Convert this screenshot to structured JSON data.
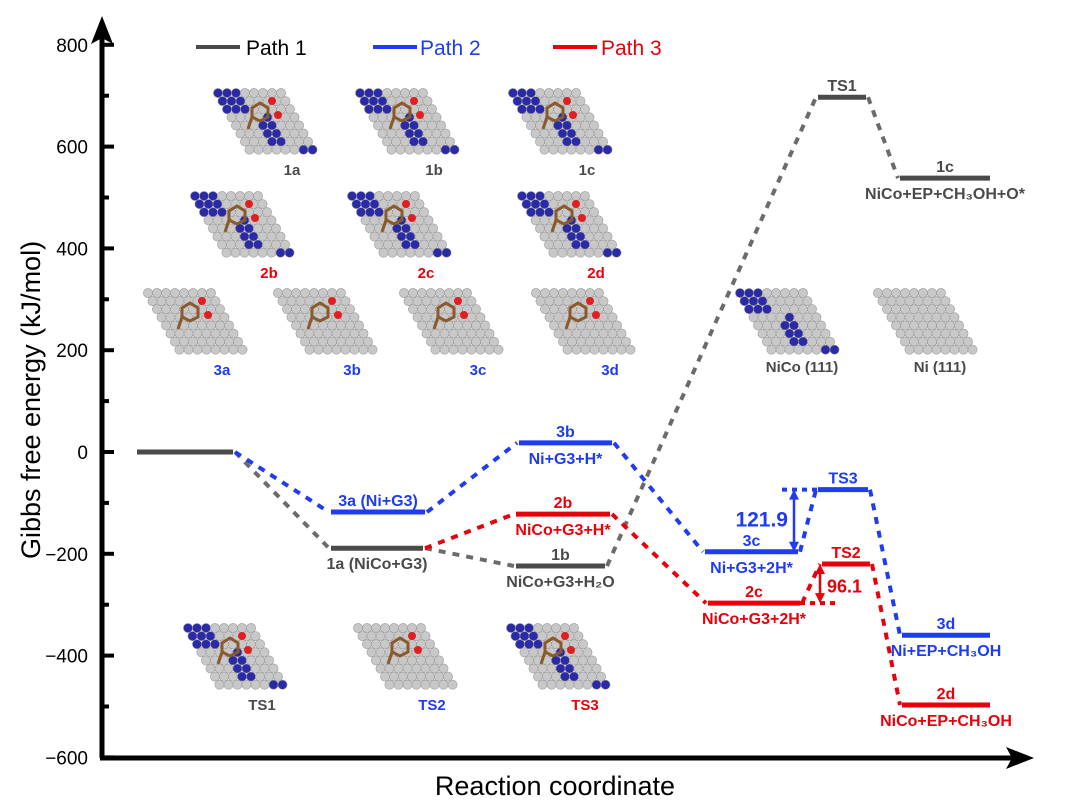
{
  "chart_data": {
    "type": "line",
    "title": "",
    "xlabel": "Reaction  coordinate",
    "ylabel": "Gibbs free energy (kJ/mol)",
    "ylim": [
      -600,
      800
    ],
    "yticks": [
      800,
      600,
      400,
      200,
      0,
      -200,
      -400,
      -600
    ],
    "ytick_labels": [
      "800",
      "600",
      "400",
      "200",
      "0",
      "−200",
      "−400",
      "−600"
    ],
    "grid": false,
    "legend_position": "top",
    "colors": {
      "path1": "#4a4a4a",
      "path2": "#1f3cf0",
      "path3": "#e8000b",
      "axis": "#000000"
    },
    "legend": [
      {
        "name": "Path 1",
        "color": "#4a4a4a"
      },
      {
        "name": "Path 2",
        "color": "#1f3cf0"
      },
      {
        "name": "Path 3",
        "color": "#e8000b"
      }
    ],
    "initial_state": {
      "value": 0,
      "step": 0
    },
    "series": [
      {
        "name": "Path 1",
        "color": "#4a4a4a",
        "levels": [
          {
            "id": "start",
            "value": 0,
            "step": 0,
            "top_label": "",
            "bottom_label": ""
          },
          {
            "id": "1a",
            "value": -189,
            "step": 1,
            "top_label": "",
            "bottom_label": "1a (NiCo+G3)"
          },
          {
            "id": "1b",
            "value": -224,
            "step": 2,
            "top_label": "1b",
            "bottom_label": "NiCo+G3+H₂O"
          },
          {
            "id": "TS1",
            "value": 697,
            "step": 3.1,
            "top_label": "TS1",
            "bottom_label": ""
          },
          {
            "id": "1c",
            "value": 538,
            "step": 4,
            "top_label": "1c",
            "bottom_label": "NiCo+EP+CH₃OH+O*"
          }
        ]
      },
      {
        "name": "Path 2",
        "color": "#1f3cf0",
        "levels": [
          {
            "id": "start",
            "value": 0,
            "step": 0,
            "top_label": "",
            "bottom_label": ""
          },
          {
            "id": "3a",
            "value": -118,
            "step": 1,
            "top_label": "3a (Ni+G3)",
            "bottom_label": ""
          },
          {
            "id": "3b",
            "value": 18,
            "step": 2,
            "top_label": "3b",
            "bottom_label": "Ni+G3+H*"
          },
          {
            "id": "3c",
            "value": -196,
            "step": 3,
            "top_label": "3c",
            "bottom_label": "Ni+G3+2H*"
          },
          {
            "id": "TS3",
            "value": -74,
            "step": 3.5,
            "top_label": "TS3",
            "bottom_label": ""
          },
          {
            "id": "3d",
            "value": -360,
            "step": 4,
            "top_label": "3d",
            "bottom_label": "Ni+EP+CH₃OH"
          }
        ],
        "barrier": {
          "from": "3c",
          "to": "TS3",
          "value": "121.9"
        }
      },
      {
        "name": "Path 3",
        "color": "#e8000b",
        "levels": [
          {
            "id": "1a",
            "value": -189,
            "step": 1,
            "top_label": "",
            "bottom_label": ""
          },
          {
            "id": "2b",
            "value": -122,
            "step": 2,
            "top_label": "2b",
            "bottom_label": "NiCo+G3+H*"
          },
          {
            "id": "2c",
            "value": -297,
            "step": 3,
            "top_label": "2c",
            "bottom_label": "NiCo+G3+2H*"
          },
          {
            "id": "TS2",
            "value": -220,
            "step": 3.5,
            "top_label": "TS2",
            "bottom_label": ""
          },
          {
            "id": "2d",
            "value": -497,
            "step": 4,
            "top_label": "2d",
            "bottom_label": "NiCo+EP+CH₃OH"
          }
        ],
        "barrier": {
          "from": "2c",
          "to": "TS2",
          "value": "96.1"
        }
      }
    ],
    "structure_images": [
      {
        "label": "1a",
        "color": "#4a4a4a",
        "surface": "NiCo",
        "adsorbate": true
      },
      {
        "label": "1b",
        "color": "#4a4a4a",
        "surface": "NiCo",
        "adsorbate": true
      },
      {
        "label": "1c",
        "color": "#4a4a4a",
        "surface": "NiCo",
        "adsorbate": true
      },
      {
        "label": "2b",
        "color": "#e8000b",
        "surface": "NiCo",
        "adsorbate": true
      },
      {
        "label": "2c",
        "color": "#e8000b",
        "surface": "NiCo",
        "adsorbate": true
      },
      {
        "label": "2d",
        "color": "#e8000b",
        "surface": "NiCo",
        "adsorbate": true
      },
      {
        "label": "3a",
        "color": "#1f3cf0",
        "surface": "Ni",
        "adsorbate": true
      },
      {
        "label": "3b",
        "color": "#1f3cf0",
        "surface": "Ni",
        "adsorbate": true
      },
      {
        "label": "3c",
        "color": "#1f3cf0",
        "surface": "Ni",
        "adsorbate": true
      },
      {
        "label": "3d",
        "color": "#1f3cf0",
        "surface": "Ni",
        "adsorbate": true
      },
      {
        "label": "NiCo (111)",
        "color": "#4a4a4a",
        "surface": "NiCo",
        "adsorbate": false
      },
      {
        "label": "Ni (111)",
        "color": "#4a4a4a",
        "surface": "Ni",
        "adsorbate": false
      },
      {
        "label": "TS1",
        "color": "#4a4a4a",
        "surface": "NiCo",
        "adsorbate": true
      },
      {
        "label": "TS2",
        "color": "#1f3cf0",
        "surface": "Ni",
        "adsorbate": true
      },
      {
        "label": "TS3",
        "color": "#e8000b",
        "surface": "NiCo",
        "adsorbate": true
      }
    ]
  }
}
